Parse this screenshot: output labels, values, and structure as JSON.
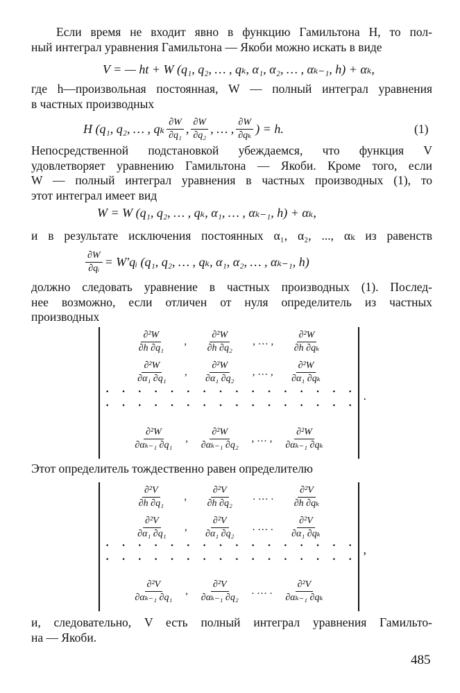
{
  "paragraphs": {
    "p1": [
      "Если время не входит явно в функцию Гамильтона H, то пол-",
      "ный интеграл уравнения Гамильтона — Якоби можно искать в виде"
    ],
    "p2": [
      "где h—произвольная постоянная, W — полный интеграл уравнения",
      "в частных производных"
    ],
    "p3": [
      "Непосредственной подстановкой убеждаемся, что функция V",
      "удовлетворяет уравнению Гамильтона — Якоби. Кроме того, если",
      "W — полный интеграл уравнения в частных производных (1), то",
      "этот интеграл имеет вид"
    ],
    "p4": [
      "и в результате исключения постоянных α₁, α₂, ..., αₖ из равенств"
    ],
    "p5": [
      "должно следовать уравнение в частных производных (1). Послед-",
      "нее возможно, если отличен от нуля определитель из частных",
      "производных"
    ],
    "p6": [
      "Этот определитель тождественно равен определителю"
    ],
    "p7": [
      "и, следовательно, V есть полный интеграл уравнения Гамильто-",
      "на — Якоби."
    ]
  },
  "formulas": {
    "f1": "V = — ht + W (q₁, q₂, … , qₖ, α₁, α₂, … , αₖ₋₁, h) + αₖ,",
    "f2_left": "H (q₁, q₂, … , qₖ",
    "f2_fracs": [
      {
        "num": "∂W",
        "den": "∂q₁"
      },
      {
        "num": "∂W",
        "den": "∂q₂"
      },
      {
        "num": "∂W",
        "den": "∂qₖ"
      }
    ],
    "f2_sep1": ",",
    "f2_sep2": ", … ,",
    "f2_right": ") = h.",
    "f2_number": "(1)",
    "f3": "W = W (q₁, q₂, … , qₖ, α₁, … , αₖ₋₁, h) + αₖ,",
    "f4_frac": {
      "num": "∂W",
      "den": "∂qᵢ"
    },
    "f4_right": "= W′qᵢ (q₁, q₂, … , qₖ, α₁, α₂, … , αₖ₋₁, h)"
  },
  "det1": {
    "rows": [
      [
        {
          "num": "∂²W",
          "den": "∂h ∂q₁"
        },
        {
          "num": "∂²W",
          "den": "∂h ∂q₂"
        },
        {
          "num": "∂²W",
          "den": "∂h ∂qₖ"
        }
      ],
      [
        {
          "num": "∂²W",
          "den": "∂α₁ ∂q₁"
        },
        {
          "num": "∂²W",
          "den": "∂α₁ ∂q₂"
        },
        {
          "num": "∂²W",
          "den": "∂α₁ ∂qₖ"
        }
      ],
      [
        {
          "num": "∂²W",
          "den": "∂αₖ₋₁ ∂q₁"
        },
        {
          "num": "∂²W",
          "den": "∂αₖ₋₁ ∂q₂"
        },
        {
          "num": "∂²W",
          "den": "∂αₖ₋₁ ∂qₖ"
        }
      ]
    ],
    "sep": ", … ,",
    "comma": ",",
    "dots": "· · · · · · · · · · · · · · · · · · · · · · · · · · ·",
    "trail": "."
  },
  "det2": {
    "rows": [
      [
        {
          "num": "∂²V",
          "den": "∂h ∂q₁"
        },
        {
          "num": "∂²V",
          "den": "∂h ∂q₂"
        },
        {
          "num": "∂²V",
          "den": "∂h ∂qₖ"
        }
      ],
      [
        {
          "num": "∂²V",
          "den": "∂α₁ ∂q₁"
        },
        {
          "num": "∂²V",
          "den": "∂α₁ ∂q₂"
        },
        {
          "num": "∂²V",
          "den": "∂α₁ ∂qₖ"
        }
      ],
      [
        {
          "num": "∂²V",
          "den": "∂αₖ₋₁ ∂q₁"
        },
        {
          "num": "∂²V",
          "den": "∂αₖ₋₁ ∂q₂"
        },
        {
          "num": "∂²V",
          "den": "∂αₖ₋₁ ∂qₖ"
        }
      ]
    ],
    "sep": ". … .",
    "comma": ",",
    "dots": "· · · · · · · · · · · · · · · · · · · · · · · · · · ·",
    "trail": ","
  },
  "page_number": "485"
}
